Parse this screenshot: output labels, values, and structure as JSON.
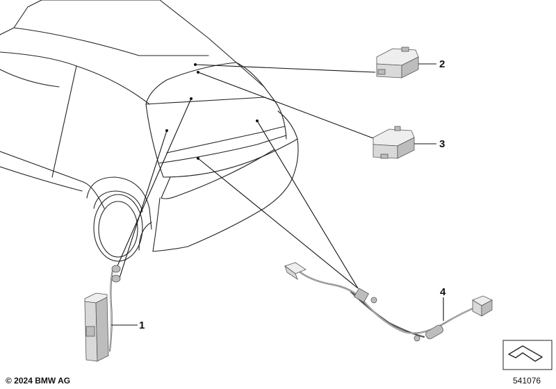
{
  "callouts": [
    {
      "id": "1",
      "label": "1"
    },
    {
      "id": "2",
      "label": "2"
    },
    {
      "id": "3",
      "label": "3"
    },
    {
      "id": "4",
      "label": "4"
    }
  ],
  "footer": {
    "copyright": "© 2024 BMW AG",
    "drawing_number": "541076"
  },
  "icons": [
    "view-direction-arrow-icon"
  ]
}
